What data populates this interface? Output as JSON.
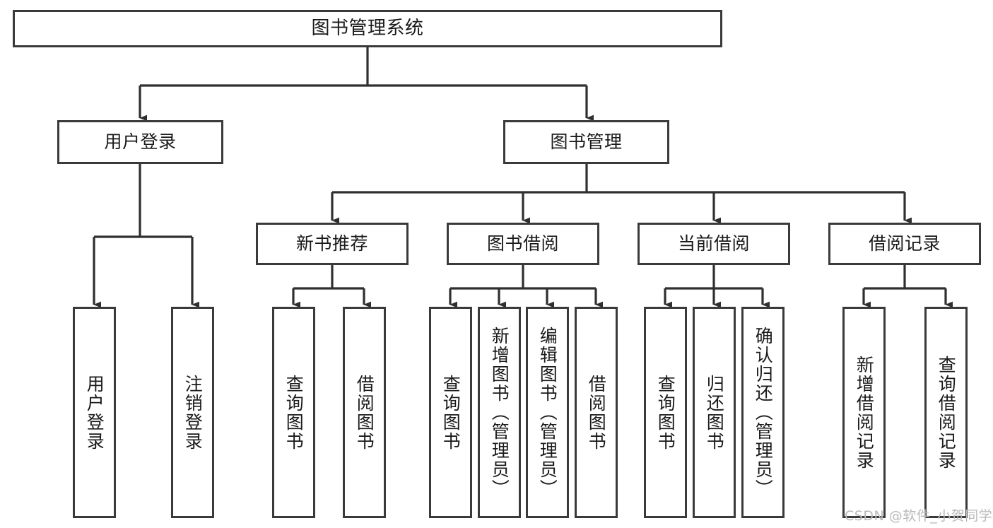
{
  "diagram": {
    "type": "tree-hierarchy",
    "title": "图书管理系统",
    "orientation": "top-down",
    "colors": {
      "stroke": "#3a3a3a",
      "fill": "#ffffff",
      "text": "#1a1a1a",
      "watermark": "#b9b9b9"
    },
    "nodes": {
      "root": {
        "label": "图书管理系统"
      },
      "level2": [
        {
          "id": "user-login",
          "label": "用户登录"
        },
        {
          "id": "book-manage",
          "label": "图书管理"
        }
      ],
      "level3": [
        {
          "id": "new-book-recommend",
          "label": "新书推荐"
        },
        {
          "id": "book-borrow",
          "label": "图书借阅"
        },
        {
          "id": "current-borrow",
          "label": "当前借阅"
        },
        {
          "id": "borrow-record",
          "label": "借阅记录"
        }
      ],
      "leaves": {
        "user-login": [
          {
            "id": "leaf-user-login",
            "label": "用户登录"
          },
          {
            "id": "leaf-logout-login",
            "label": "注销登录"
          }
        ],
        "new-book-recommend": [
          {
            "id": "leaf-query-book-1",
            "label": "查询图书"
          },
          {
            "id": "leaf-borrow-book-1",
            "label": "借阅图书"
          }
        ],
        "book-borrow": [
          {
            "id": "leaf-query-book-2",
            "label": "查询图书"
          },
          {
            "id": "leaf-add-book",
            "label": "新增图书（管理员）"
          },
          {
            "id": "leaf-edit-book",
            "label": "编辑图书（管理员）"
          },
          {
            "id": "leaf-borrow-book-2",
            "label": "借阅图书"
          }
        ],
        "current-borrow": [
          {
            "id": "leaf-query-book-3",
            "label": "查询图书"
          },
          {
            "id": "leaf-return-book",
            "label": "归还图书"
          },
          {
            "id": "leaf-confirm-return",
            "label": "确认归还（管理员）"
          }
        ],
        "borrow-record": [
          {
            "id": "leaf-add-record",
            "label": "新增借阅记录"
          },
          {
            "id": "leaf-query-record",
            "label": "查询借阅记录"
          }
        ]
      }
    }
  },
  "watermark": {
    "text": "CSDN @软件_小贺同学"
  }
}
